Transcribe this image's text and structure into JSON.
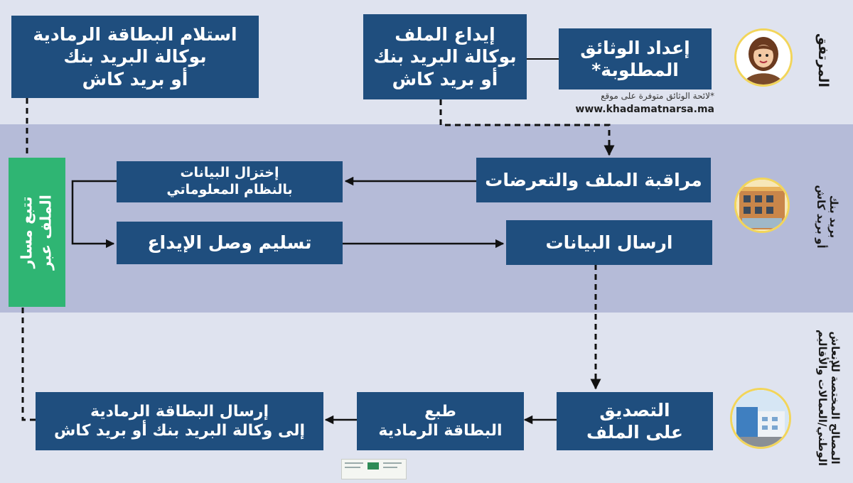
{
  "actors": {
    "applicant": "المرتفق",
    "post": "بريد بنك\nأو بريد كاش",
    "services": "المصالح المختصة للإنعاش الوطني/العمالات والأقاليم"
  },
  "steps": {
    "prepare_docs": "إعداد الوثائق\nالمطلوبة*",
    "deposit_file": "إيداع الملف\nبوكالة البريد بنك\nأو بريد كاش",
    "receive_card": "استلام البطاقة الرمادية\nبوكالة البريد بنك\nأو بريد كاش",
    "check_file": "مراقبة الملف والتعرضات",
    "enter_data": "إختزال البيانات\nبالنظام المعلوماتي",
    "deposit_receipt": "تسليم وصل الإيداع",
    "send_data": "ارسال البيانات",
    "certify_file": "التصديق\nعلى الملف",
    "print_card": "طبع\nالبطاقة الرمادية",
    "send_card": "إرسال البطاقة الرمادية\nإلى وكالة البريد بنك أو بريد كاش"
  },
  "green_label": "تتبع مسار\nالملف عبر",
  "note": {
    "text": "*لائحة الوثائق متوفرة على موقع",
    "url": "www.khadamatnarsa.ma"
  },
  "colors": {
    "box": "#1f4e7e",
    "green": "#2fb573",
    "band_light": "#dfe3ef",
    "band_mid": "#b5bbd8"
  }
}
